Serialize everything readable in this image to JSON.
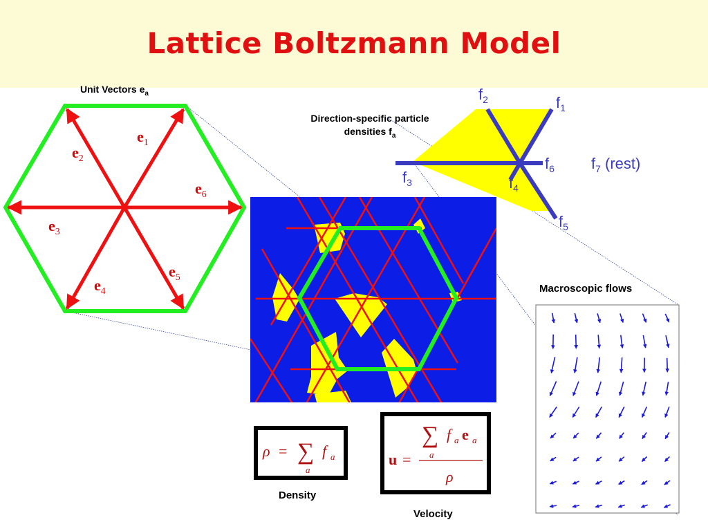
{
  "title": "Lattice Boltzmann Model",
  "unit_vectors_label": {
    "text": "Unit Vectors e",
    "sub": "a"
  },
  "direction_label": {
    "line1": "Direction-specific particle",
    "line2": "densities f",
    "sub": "a"
  },
  "macroscopic_label": "Macroscopic flows",
  "density_label": "Density",
  "velocity_label": "Velocity",
  "hex_vectors": [
    {
      "base": "e",
      "sub": "1"
    },
    {
      "base": "e",
      "sub": "2"
    },
    {
      "base": "e",
      "sub": "3"
    },
    {
      "base": "e",
      "sub": "4"
    },
    {
      "base": "e",
      "sub": "5"
    },
    {
      "base": "e",
      "sub": "6"
    }
  ],
  "f_labels": [
    {
      "base": "f",
      "sub": "1"
    },
    {
      "base": "f",
      "sub": "2"
    },
    {
      "base": "f",
      "sub": "3"
    },
    {
      "base": "f",
      "sub": "4"
    },
    {
      "base": "f",
      "sub": "5"
    },
    {
      "base": "f",
      "sub": "6"
    }
  ],
  "f7_label": {
    "base": "f",
    "sub": "7",
    "rest": " (rest)"
  },
  "density_formula": {
    "lhs": "ρ",
    "eq": "=",
    "sum": "∑",
    "index": "a",
    "f": "f",
    "f_sub": "a"
  },
  "velocity_formula": {
    "lhs": "u",
    "eq": "=",
    "sum": "∑",
    "index": "a",
    "f": "f",
    "f_sub": "a",
    "e": "e",
    "e_sub": "a",
    "den": "ρ"
  },
  "colors": {
    "header_bg": "#fdfbd6",
    "title": "#e01010",
    "hex_edge": "#22ee22",
    "vector": "#ee1111",
    "sim_bg": "#0c1ee6",
    "density_fill": "#ffff00",
    "direction_line": "#3b3bbf",
    "flow_arrow": "#1a1ad8"
  }
}
